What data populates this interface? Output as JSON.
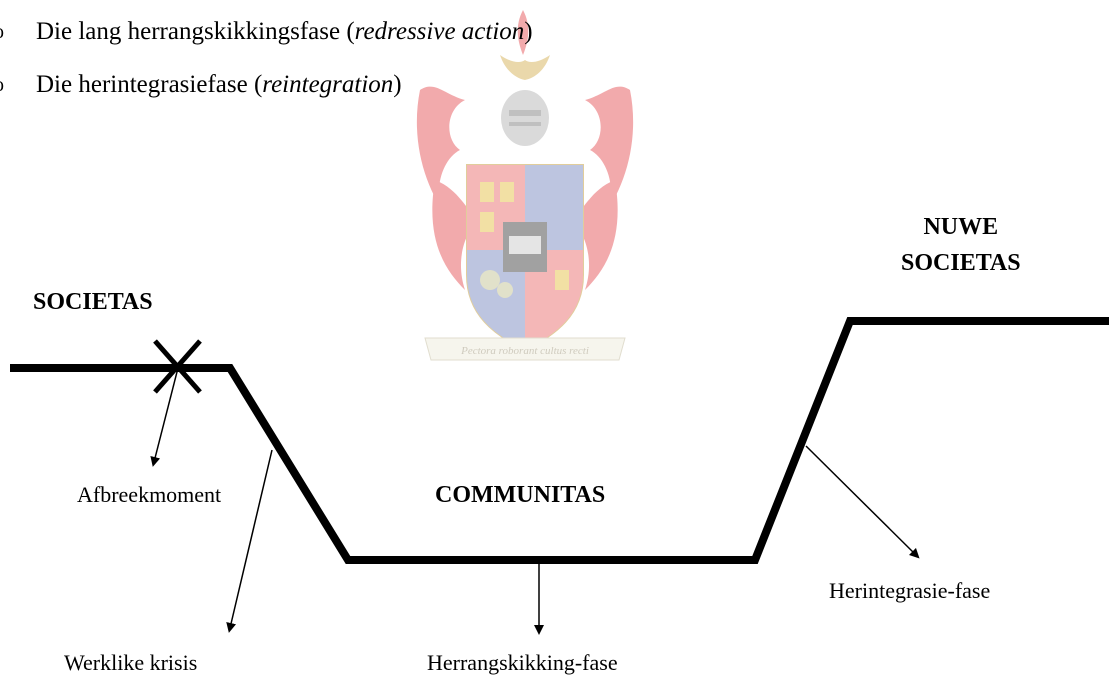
{
  "bullets": [
    {
      "glyph": "o",
      "text": "Die lang herrangskikkingsfase (",
      "italic": "redressive action",
      "close": ")"
    },
    {
      "glyph": "o",
      "text": "Die herintegrasiefase (",
      "italic": "reintegration",
      "close": ")"
    }
  ],
  "crest": {
    "motto": "Pectora roborant cultus recti"
  },
  "diagram": {
    "societas": "SOCIETAS",
    "nuwe_line1": "NUWE",
    "nuwe_line2": "SOCIETAS",
    "communitas": "COMMUNITAS",
    "afbreekmoment": "Afbreekmoment",
    "herintegrasie": "Herintegrasie-fase",
    "werklike": "Werklike krisis",
    "herrangskikking": "Herrangskikking-fase"
  },
  "colors": {
    "line": "#000000",
    "crest_red": "#d9343a",
    "crest_blue": "#4b5ea8",
    "crest_gold": "#c9a64a"
  }
}
